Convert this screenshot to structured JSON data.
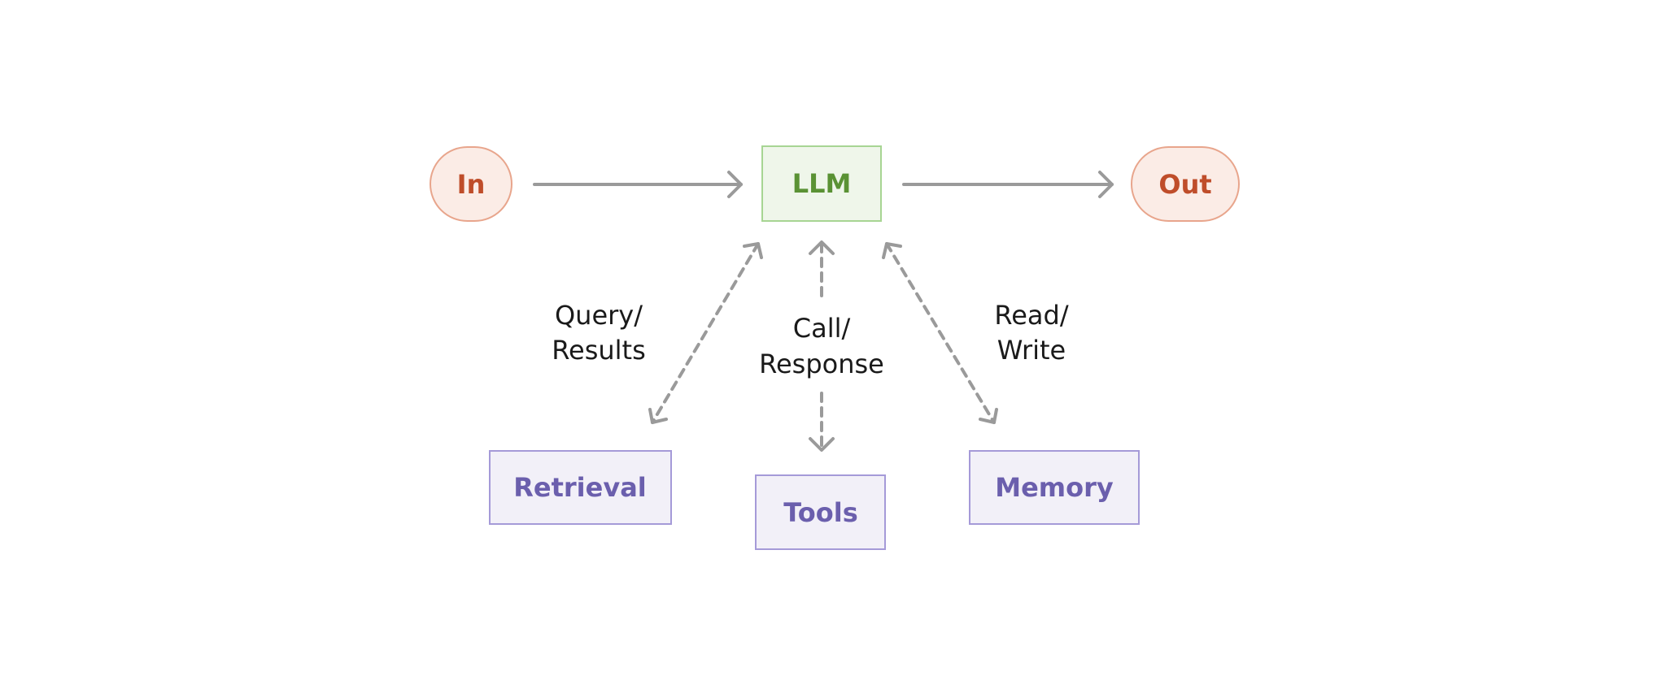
{
  "colors": {
    "io_fill": "#fbece6",
    "io_stroke": "#e8a58c",
    "io_text": "#bf4d2a",
    "llm_fill": "#eff6ea",
    "llm_stroke": "#a7d593",
    "llm_text": "#5a9234",
    "tool_fill": "#f2f0f8",
    "tool_stroke": "#a59ad8",
    "tool_text": "#6b5fad",
    "arrow": "#9a9a9a",
    "label_text": "#1a1a1a"
  },
  "nodes": {
    "input": "In",
    "llm": "LLM",
    "output": "Out",
    "retrieval": "Retrieval",
    "tools": "Tools",
    "memory": "Memory"
  },
  "edges": {
    "retrieval": {
      "line1": "Query/",
      "line2": "Results"
    },
    "tools": {
      "line1": "Call/",
      "line2": "Response"
    },
    "memory": {
      "line1": "Read/",
      "line2": "Write"
    }
  }
}
